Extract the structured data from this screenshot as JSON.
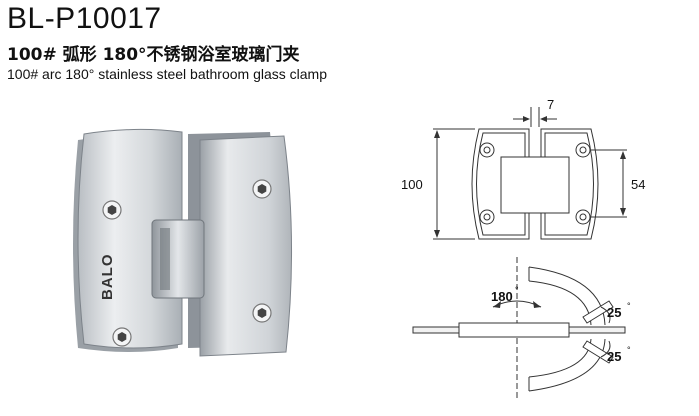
{
  "model": "BL-P10017",
  "title_cn": "100# 弧形 180°不锈钢浴室玻璃门夹",
  "title_en": "100# arc 180° stainless steel bathroom glass clamp",
  "brand": "BALO",
  "dims": {
    "gap": "7",
    "height": "100",
    "hole_spacing": "54"
  },
  "angles": {
    "open": "180",
    "upper": "25",
    "lower": "25"
  },
  "colors": {
    "metal_light": "#e6e8ea",
    "metal_mid": "#c3c7cb",
    "metal_dark": "#8a9096",
    "line": "#333333"
  }
}
